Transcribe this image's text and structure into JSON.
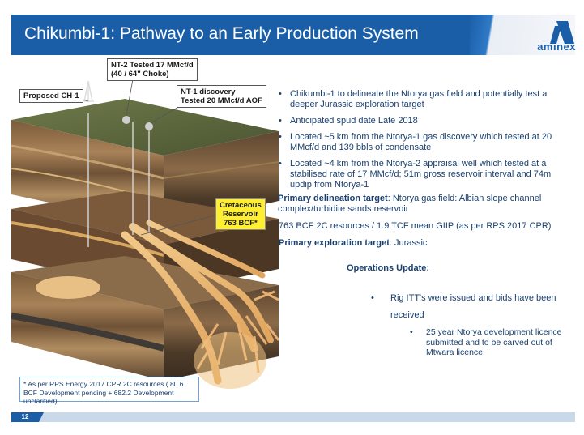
{
  "header": {
    "title": "Chikumbi-1: Pathway to an Early Production System",
    "logo_text": "aminex"
  },
  "diagram": {
    "callouts": {
      "proposed": "Proposed CH-1",
      "nt2_line1": "NT-2 Tested 17 MMcf/d",
      "nt2_line2": "(40 / 64\" Choke)",
      "nt1_line1": "NT-1 discovery",
      "nt1_line2": "Tested 20 MMcf/d AOF",
      "res_line1": "Cretaceous",
      "res_line2": "Reservoir",
      "res_line3": "763 BCF*"
    }
  },
  "content": {
    "bullets": [
      "Chikumbi-1 to delineate the Ntorya gas field and potentially test a deeper Jurassic exploration target",
      "Anticipated spud date Late 2018",
      "Located ~5 km from the Ntorya-1 gas discovery which tested at 20 MMcf/d and 139 bbls of condensate",
      "Located ~4 km from the Ntorya-2 appraisal well which tested at a stabilised rate of 17 MMcf/d; 51m gross reservoir interval and 74m updip from Ntorya-1"
    ],
    "primary_delineation_label": "Primary delineation target",
    "primary_delineation_text": ": Ntorya gas field: Albian slope channel complex/turbidite sands reservoir",
    "resources_text": "763 BCF 2C resources / 1.9 TCF mean GIIP (as per RPS 2017 CPR)",
    "primary_exploration_label": "Primary exploration target",
    "primary_exploration_text": ": Jurassic",
    "ops_title": "Operations Update:",
    "ops_item1": "Rig ITT's were issued and bids have been received",
    "ops_item2": "25 year Ntorya development licence submitted and to be carved out of Mtwara licence."
  },
  "footnote": "* As per RPS Energy 2017 CPR 2C resources ( 80.6 BCF Development pending + 682.2 Development unclarified)",
  "footer": {
    "page": "12"
  },
  "colors": {
    "brand": "#1b5ea8",
    "text": "#1a3f6e",
    "callout_highlight": "#ffef33",
    "footer_bar": "#c9d9ea"
  }
}
